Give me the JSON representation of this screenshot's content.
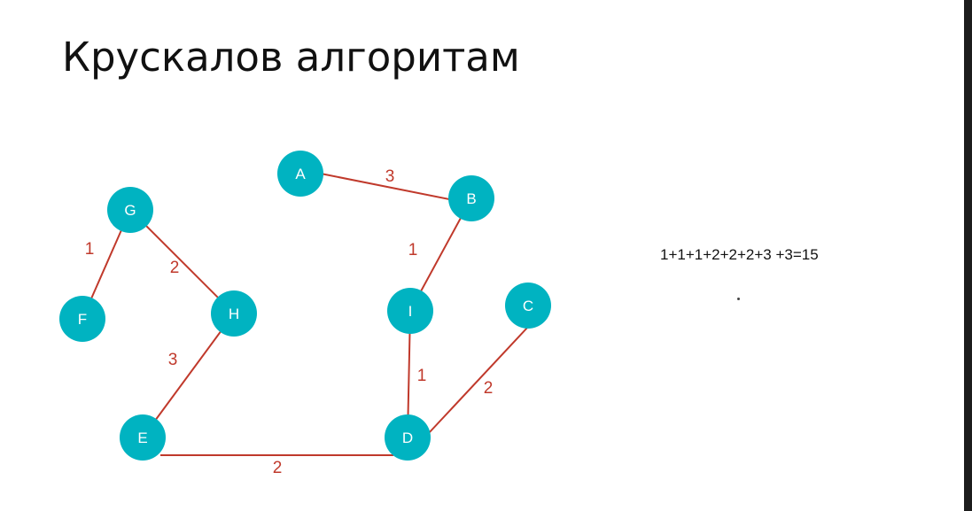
{
  "slide": {
    "title": "Крускалов алгоритам",
    "formula": "1+1+1+2+2+2+3 +3=15"
  },
  "colors": {
    "node": "#00b3c1",
    "edge": "#c0392b",
    "background": "#ffffff"
  },
  "graph": {
    "nodes": [
      {
        "id": "A",
        "label": "A"
      },
      {
        "id": "B",
        "label": "B"
      },
      {
        "id": "C",
        "label": "C"
      },
      {
        "id": "D",
        "label": "D"
      },
      {
        "id": "E",
        "label": "E"
      },
      {
        "id": "F",
        "label": "F"
      },
      {
        "id": "G",
        "label": "G"
      },
      {
        "id": "H",
        "label": "H"
      },
      {
        "id": "I",
        "label": "I"
      }
    ],
    "edges": [
      {
        "from": "A",
        "to": "B",
        "weight": "3"
      },
      {
        "from": "B",
        "to": "I",
        "weight": "1"
      },
      {
        "from": "G",
        "to": "F",
        "weight": "1"
      },
      {
        "from": "G",
        "to": "H",
        "weight": "2"
      },
      {
        "from": "H",
        "to": "E",
        "weight": "3"
      },
      {
        "from": "E",
        "to": "D",
        "weight": "2"
      },
      {
        "from": "I",
        "to": "D",
        "weight": "1"
      },
      {
        "from": "C",
        "to": "D",
        "weight": "2"
      }
    ]
  }
}
